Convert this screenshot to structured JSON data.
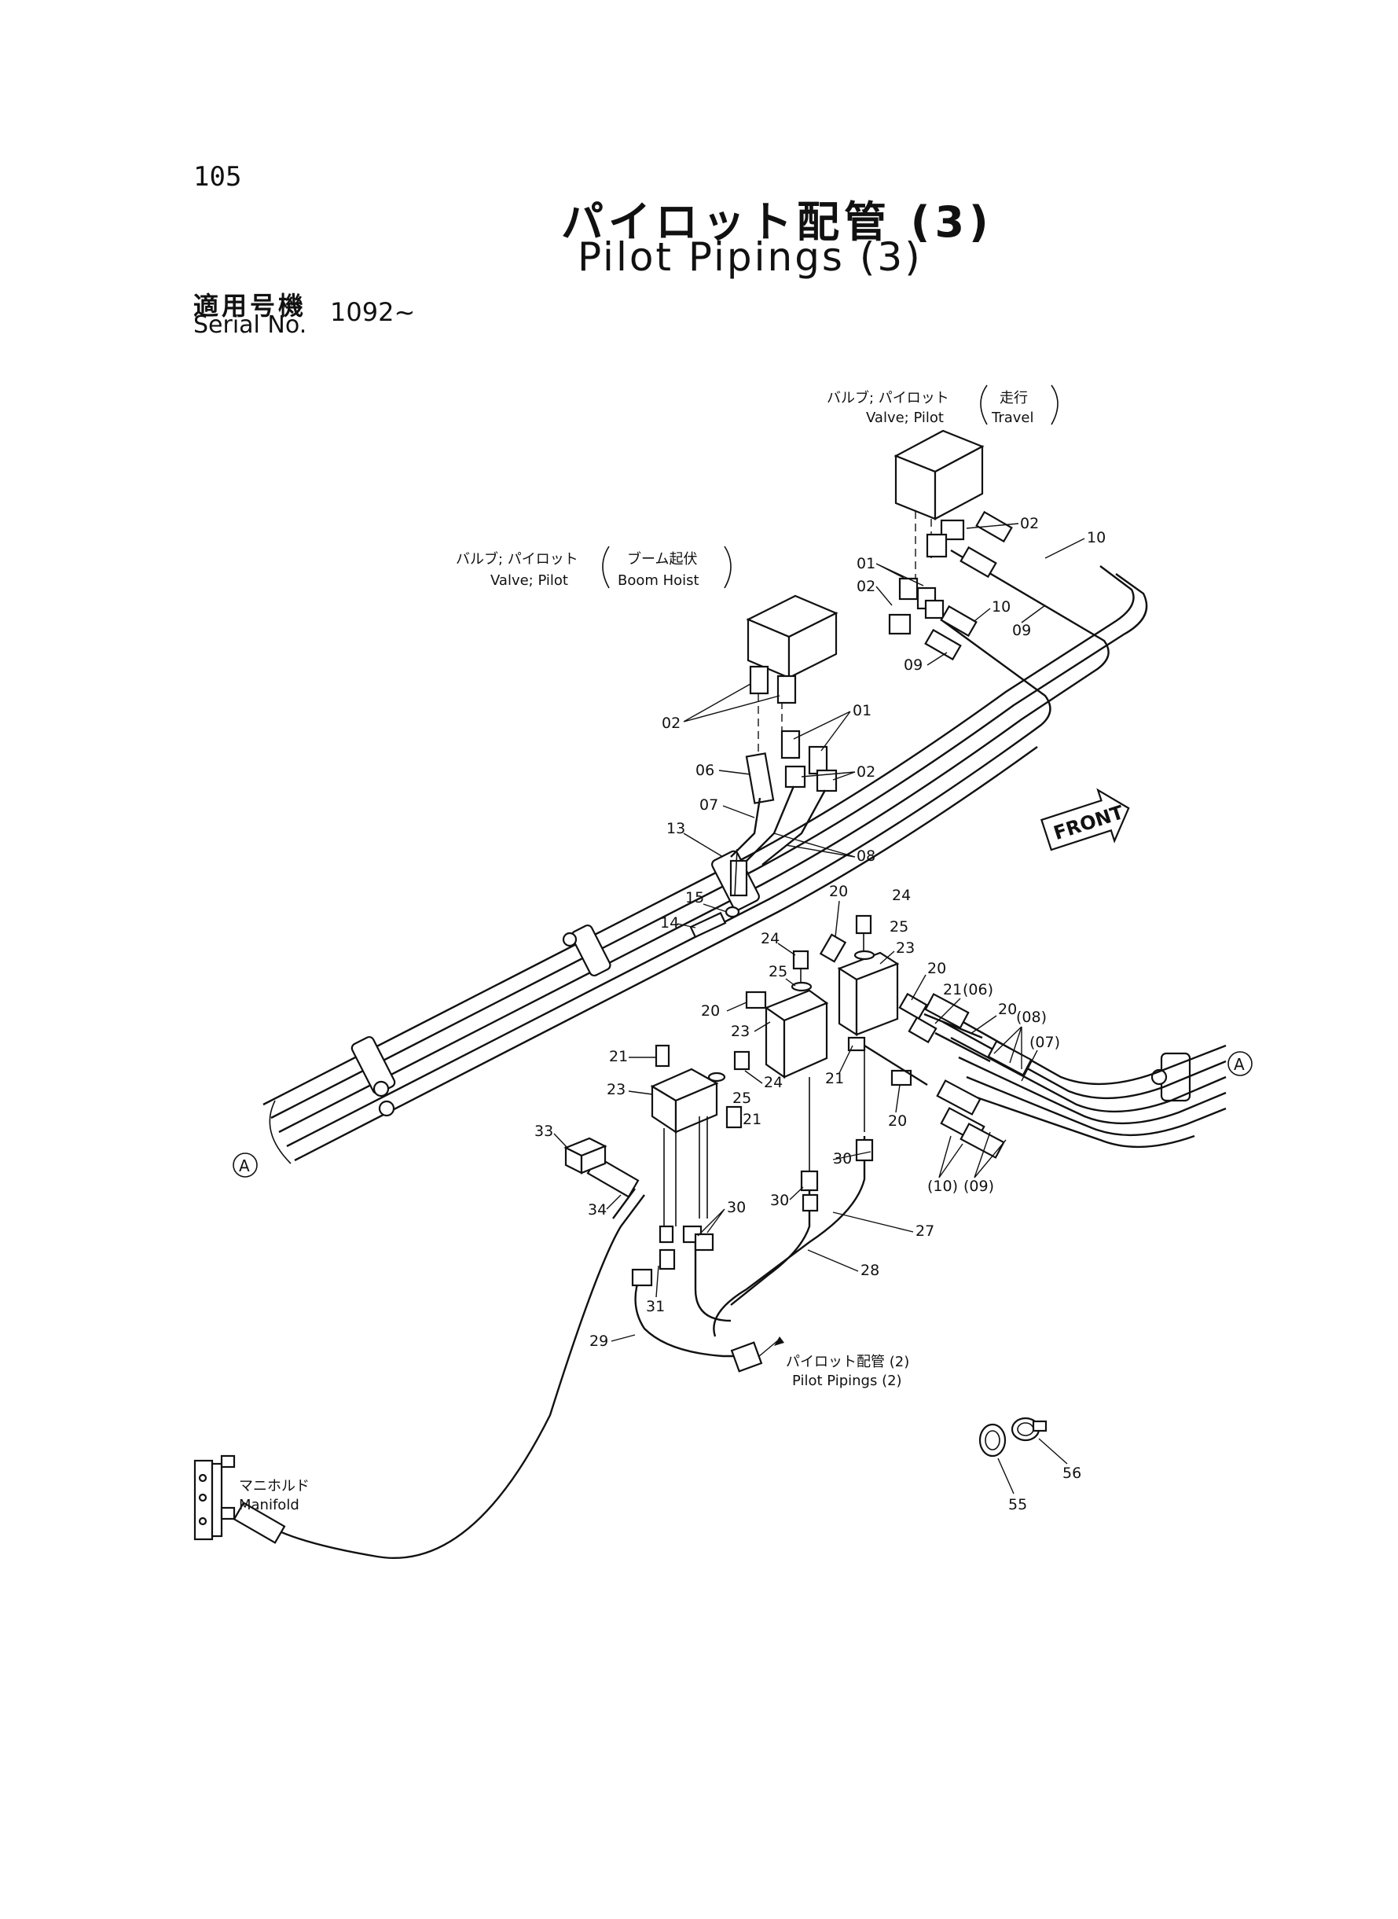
{
  "page_number": "105",
  "title_jp": "パイロット配管 (3)",
  "title_en": "Pilot Pipings (3)",
  "serial_jp": "適用号機",
  "serial_en": "Serial No.",
  "serial_value": "1092~",
  "captions": {
    "travel_jp": "バルブ; パイロット",
    "travel_en": "Valve; Pilot",
    "travel_paren_jp": "走行",
    "travel_paren_en": "Travel",
    "boom_jp": "バルブ; パイロット",
    "boom_en": "Valve; Pilot",
    "boom_paren_jp": "ブーム起伏",
    "boom_paren_en": "Boom Hoist",
    "manifold_jp": "マニホルド",
    "manifold_en": "Manifold",
    "pipings2_jp": "パイロット配管 (2)",
    "pipings2_en": "Pilot Pipings (2)",
    "front": "FRONT",
    "ref_a": "A"
  },
  "part_labels": {
    "p01a": "01",
    "p01b": "01",
    "p02a": "02",
    "p02b": "02",
    "p02c": "02",
    "p02d": "02",
    "p06": "06",
    "p07": "07",
    "p08": "08",
    "p09a": "09",
    "p09b": "09",
    "p09c": "(09)",
    "p10a": "10",
    "p10b": "10",
    "p10c": "(10)",
    "p06c": "(06)",
    "p07c": "(07)",
    "p08c": "(08)",
    "p13": "13",
    "p14": "14",
    "p15": "15",
    "p20a": "20",
    "p20b": "20",
    "p20c": "20",
    "p20d": "20",
    "p20e": "20",
    "p21a": "21",
    "p21b": "21",
    "p21c": "21",
    "p21d": "21",
    "p23a": "23",
    "p23b": "23",
    "p23c": "23",
    "p24a": "24",
    "p24b": "24",
    "p24c": "24",
    "p25a": "25",
    "p25b": "25",
    "p25c": "25",
    "p27": "27",
    "p28": "28",
    "p29": "29",
    "p30a": "30",
    "p30b": "30",
    "p30c": "30",
    "p31": "31",
    "p33": "33",
    "p34": "34",
    "p55": "55",
    "p56": "56"
  }
}
